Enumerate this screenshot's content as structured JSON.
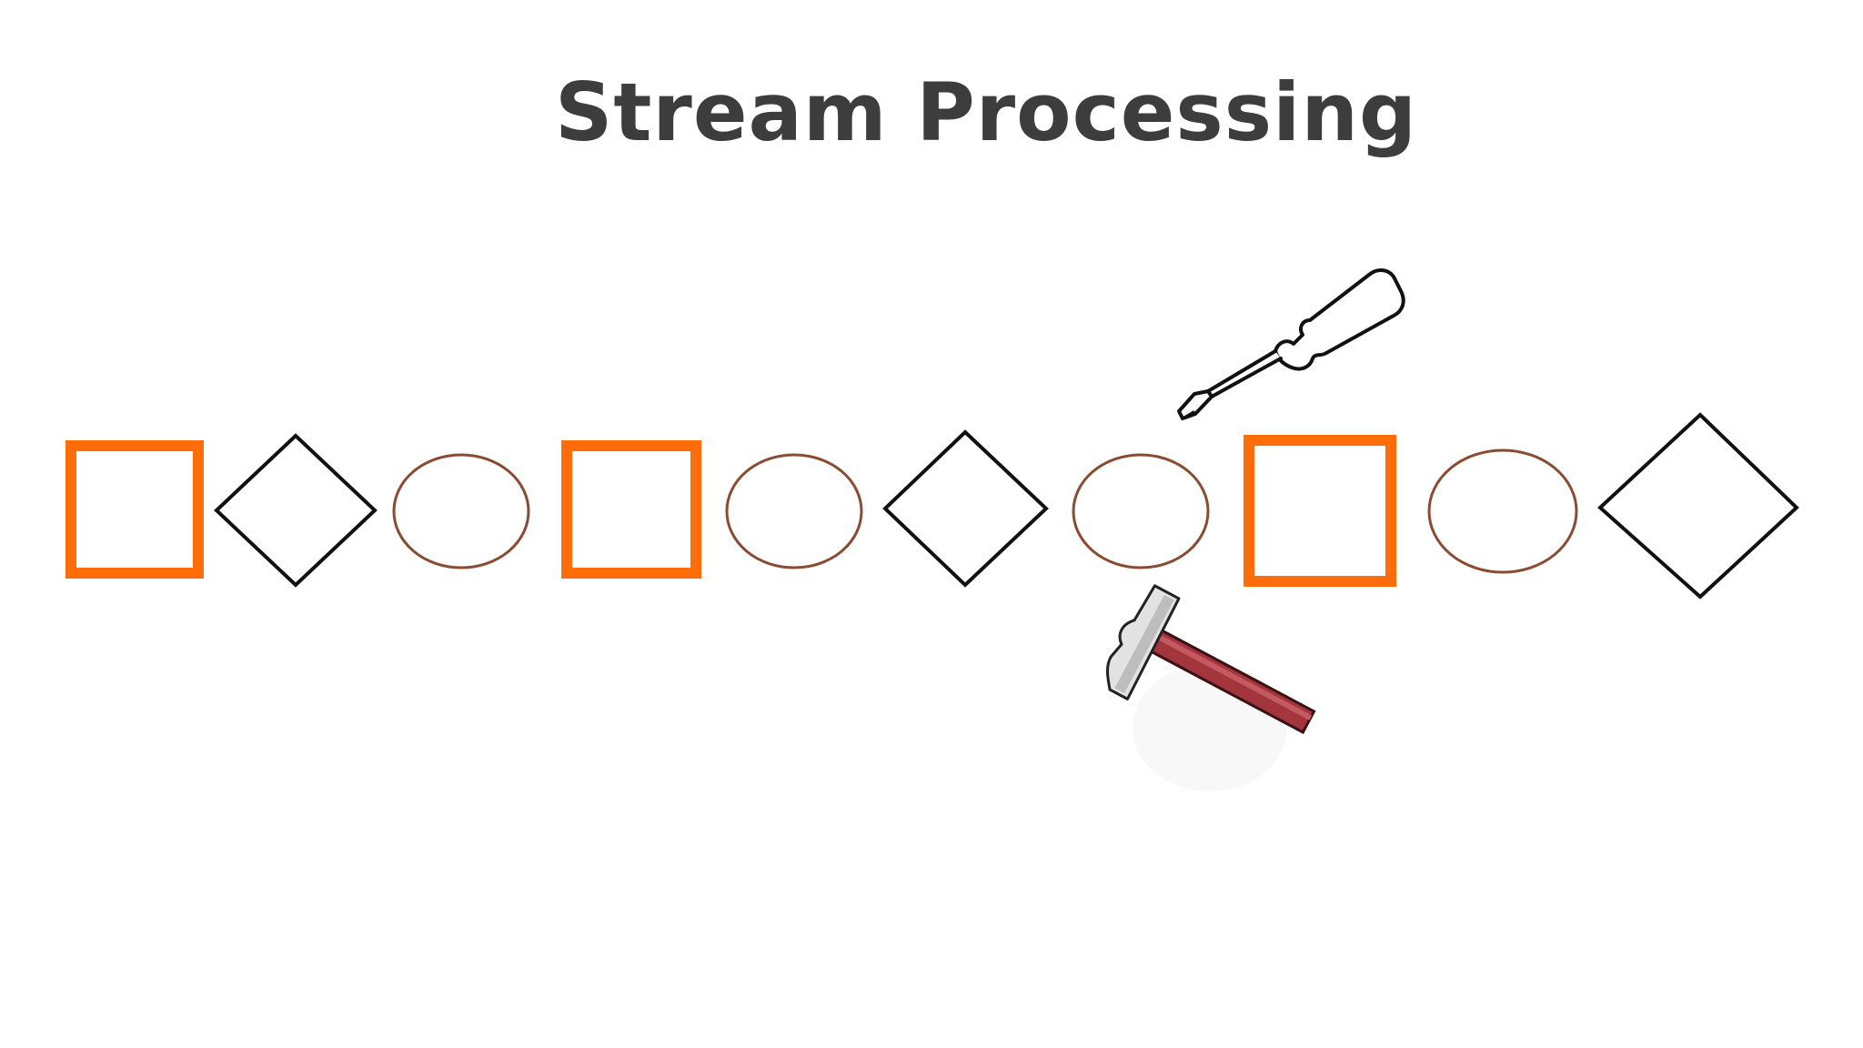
{
  "title": "Stream Processing",
  "colors": {
    "square": "#ff6d0a",
    "diamond": "#111111",
    "circle": "#8a4b33",
    "title": "#3d3d3d",
    "hammer_handle": "#a3353c",
    "hammer_head": "#d9d9d9",
    "screwdriver": "#111111"
  },
  "stream": {
    "items": [
      {
        "shape": "square"
      },
      {
        "shape": "diamond"
      },
      {
        "shape": "circle"
      },
      {
        "shape": "square"
      },
      {
        "shape": "circle"
      },
      {
        "shape": "diamond"
      },
      {
        "shape": "circle"
      },
      {
        "shape": "square"
      },
      {
        "shape": "circle"
      },
      {
        "shape": "diamond"
      }
    ]
  },
  "tools": [
    {
      "name": "screwdriver-icon"
    },
    {
      "name": "hammer-icon"
    }
  ]
}
